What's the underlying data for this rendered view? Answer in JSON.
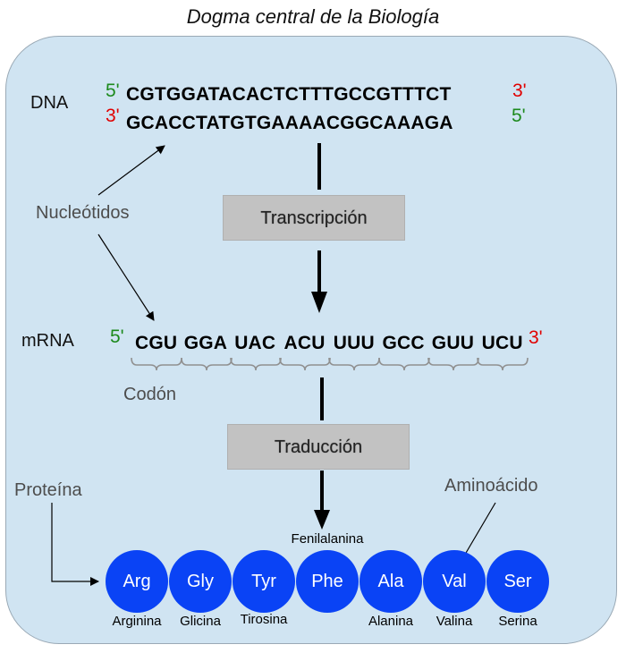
{
  "title": "Dogma central de la Biología",
  "dna": {
    "label": "DNA",
    "strand_top": {
      "left_end": "5'",
      "sequence": "CGTGGATACACTCTTTGCCGTTTCT",
      "right_end": "3'"
    },
    "strand_bottom": {
      "left_end": "3'",
      "sequence": "GCACCTATGTGAAAACGGCAAAGA",
      "right_end": "5'"
    }
  },
  "nucleotides_label": "Nucleótidos",
  "transcription_label": "Transcripción",
  "mrna": {
    "label": "mRNA",
    "left_end": "5'",
    "right_end": "3'",
    "codons": [
      "CGU",
      "GGA",
      "UAC",
      "ACU",
      "UUU",
      "GCC",
      "GUU",
      "UCU"
    ]
  },
  "codon_label": "Codón",
  "translation_label": "Traducción",
  "protein_label": "Proteína",
  "amino_acid_label": "Aminoácido",
  "amino_acids": [
    {
      "abbr": "Arg",
      "name": "Arginina"
    },
    {
      "abbr": "Gly",
      "name": "Glicina"
    },
    {
      "abbr": "Tyr",
      "name": "Tirosina"
    },
    {
      "abbr": "Phe",
      "name": "Fenilalanina"
    },
    {
      "abbr": "Ala",
      "name": "Alanina"
    },
    {
      "abbr": "Val",
      "name": "Valina"
    },
    {
      "abbr": "Ser",
      "name": "Serina"
    }
  ],
  "colors": {
    "panel": "#d0e4f2",
    "amino_acid_circle": "#0a43f5",
    "five_prime": "#1d8a1d",
    "three_prime": "#e00000",
    "step_box": "#c2c2c2"
  }
}
